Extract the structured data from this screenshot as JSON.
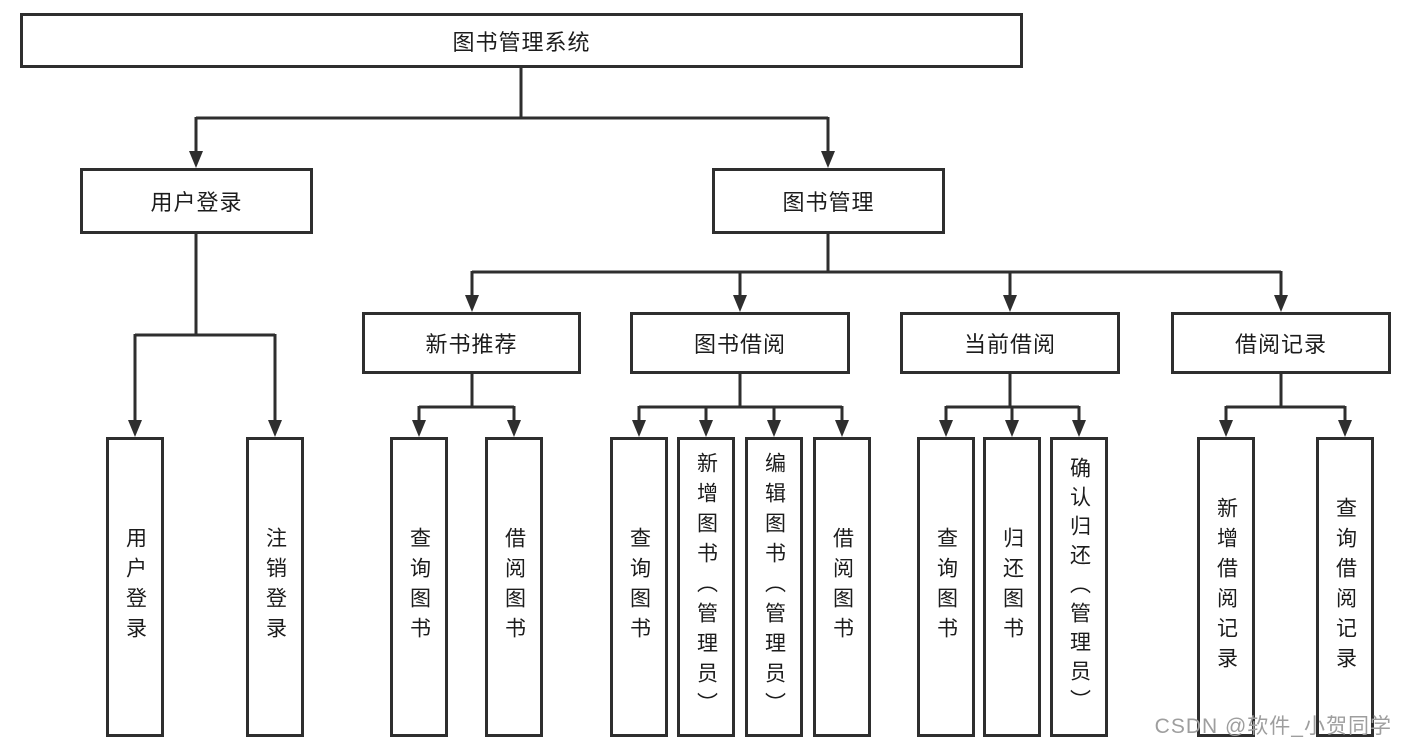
{
  "tree": {
    "root": {
      "label": "图书管理系统",
      "children": [
        {
          "label": "用户登录",
          "children": [
            {
              "label": "用户登录"
            },
            {
              "label": "注销登录"
            }
          ]
        },
        {
          "label": "图书管理",
          "children": [
            {
              "label": "新书推荐",
              "children": [
                {
                  "label": "查询图书"
                },
                {
                  "label": "借阅图书"
                }
              ]
            },
            {
              "label": "图书借阅",
              "children": [
                {
                  "label": "查询图书"
                },
                {
                  "label": "新增图书（管理员）"
                },
                {
                  "label": "编辑图书（管理员）"
                },
                {
                  "label": "借阅图书"
                }
              ]
            },
            {
              "label": "当前借阅",
              "children": [
                {
                  "label": "查询图书"
                },
                {
                  "label": "归还图书"
                },
                {
                  "label": "确认归还（管理员）"
                }
              ]
            },
            {
              "label": "借阅记录",
              "children": [
                {
                  "label": "新增借阅记录"
                },
                {
                  "label": "查询借阅记录"
                }
              ]
            }
          ]
        }
      ]
    }
  },
  "watermark": {
    "text": "CSDN @软件_小贺同学",
    "color": "#9e9e9e"
  },
  "colors": {
    "line": "#2e2e2e",
    "box_border": "#2e2e2e",
    "box_fill": "#ffffff",
    "text": "#1c1c1c",
    "background": "#ffffff"
  }
}
